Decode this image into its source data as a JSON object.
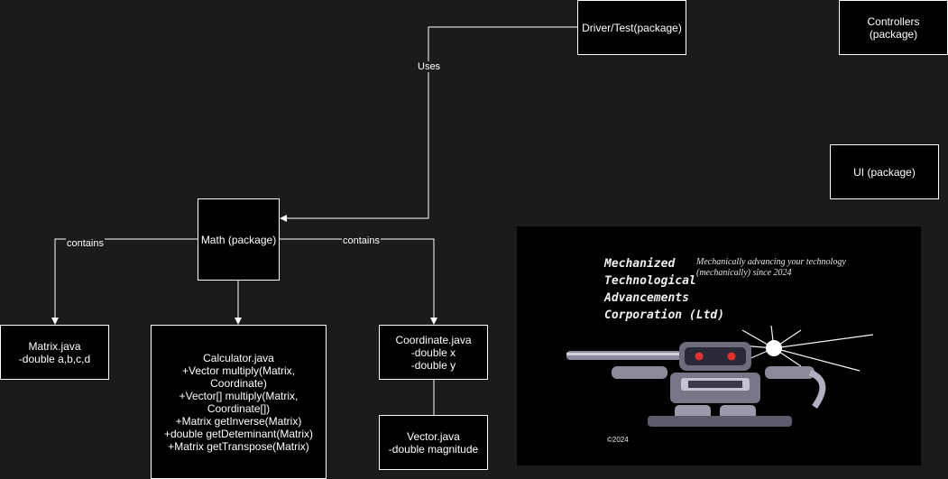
{
  "nodes": {
    "driver": {
      "label": "Driver/Test(package)"
    },
    "controllers": {
      "label": "Controllers\n(package)"
    },
    "ui": {
      "label": "UI (package)"
    },
    "math": {
      "label": "Math (package)"
    },
    "matrix": {
      "label": "Matrix.java\n-double a,b,c,d"
    },
    "calculator": {
      "label": "Calculator.java\n+Vector multiply(Matrix, Coordinate)\n+Vector[] multiply(Matrix,\nCoordinate[])\n+Matrix getInverse(Matrix)\n+double getDeteminant(Matrix)\n+Matrix getTranspose(Matrix)"
    },
    "coordinate": {
      "label": "Coordinate.java\n-double x\n-double y"
    },
    "vector": {
      "label": "Vector.java\n-double magnitude"
    }
  },
  "edges": {
    "uses": {
      "label": "Uses"
    },
    "contains_left": {
      "label": "contains"
    },
    "contains_right": {
      "label": "contains"
    }
  },
  "logo": {
    "title": "Mechanized\nTechnological\nAdvancements\nCorporation (Ltd)",
    "tagline": "Mechanically advancing your technology\n(mechanically) since 2024",
    "copyright": "©2024"
  },
  "colors": {
    "background": "#1b1b1b",
    "box_fill": "#000000",
    "stroke": "#ffffff"
  }
}
